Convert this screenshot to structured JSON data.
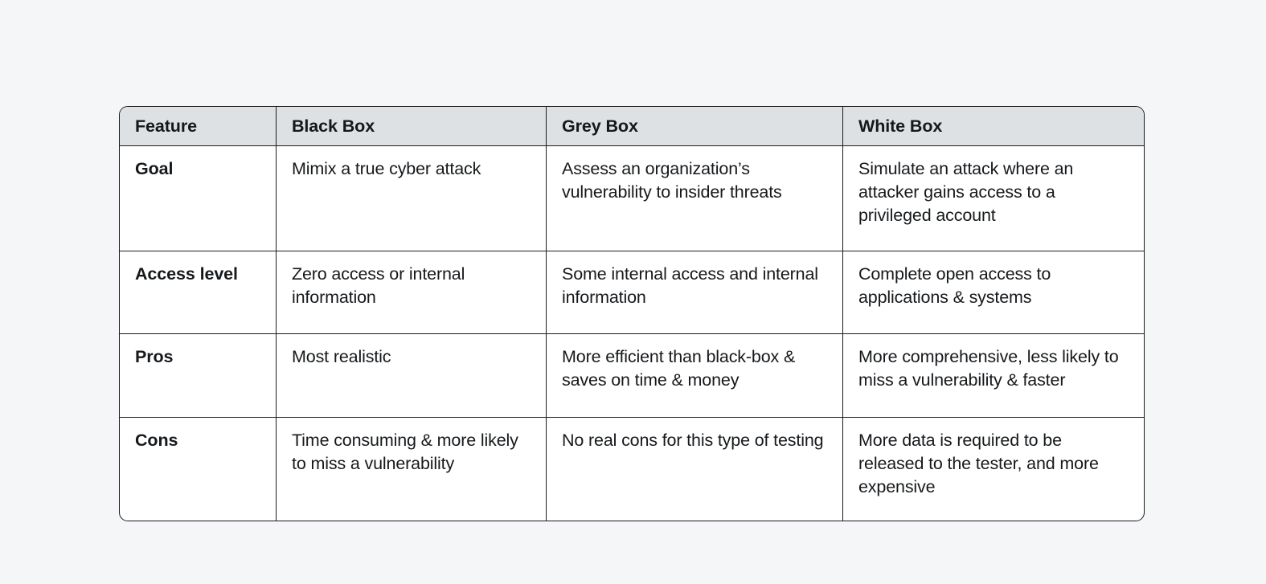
{
  "page": {
    "background_color": "#f5f6f8",
    "text_color": "#16191c"
  },
  "table": {
    "border_color": "#1b1b1b",
    "header_background": "#dee1e3",
    "body_background": "#ffffff",
    "columns": [
      {
        "key": "feature",
        "label": "Feature"
      },
      {
        "key": "black_box",
        "label": "Black Box"
      },
      {
        "key": "grey_box",
        "label": "Grey Box"
      },
      {
        "key": "white_box",
        "label": "White Box"
      }
    ],
    "rows": [
      {
        "feature": "Goal",
        "black_box": "Mimix a true cyber attack",
        "grey_box": "Assess an organization’s vulnerability to insider threats",
        "white_box": "Simulate an attack where an attacker gains access to a privileged account"
      },
      {
        "feature": "Access level",
        "black_box": "Zero access or internal information",
        "grey_box": "Some internal access and internal information",
        "white_box": "Complete open access to applications & systems"
      },
      {
        "feature": "Pros",
        "black_box": "Most realistic",
        "grey_box": "More efficient than black-box & saves on time & money",
        "white_box": "More comprehensive, less likely to miss a vulnerability & faster"
      },
      {
        "feature": "Cons",
        "black_box": "Time consuming & more likely to miss a vulnerability",
        "grey_box": "No real cons for this type of testing",
        "white_box": "More data is required to be released to the tester, and more expensive"
      }
    ]
  }
}
